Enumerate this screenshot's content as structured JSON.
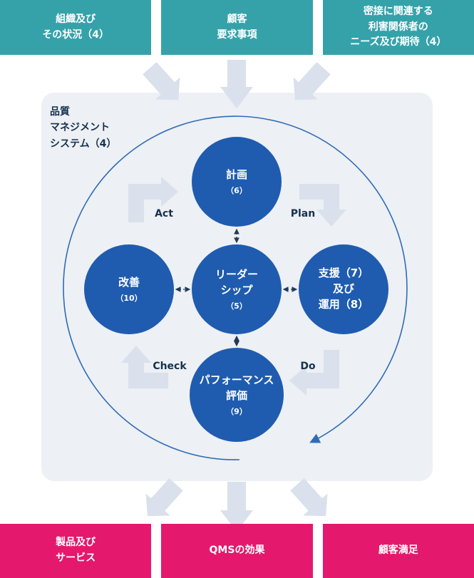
{
  "top_boxes": [
    {
      "label": "組織及び\nその状況（4）"
    },
    {
      "label": "顧客\n要求事項"
    },
    {
      "label": "密接に関連する\n利害関係者の\nニーズ及び期待（4）"
    }
  ],
  "qms": {
    "title": "品質\nマネジメント\nシステム（4）"
  },
  "circles": {
    "plan": {
      "title": "計画",
      "sub": "（6）"
    },
    "improvement": {
      "title": "改善",
      "sub": "（10）"
    },
    "leadership": {
      "title": "リーダー\nシップ",
      "sub": "（5）"
    },
    "support": {
      "title": "支援（7）\n及び\n運用（8）",
      "sub": ""
    },
    "performance": {
      "title": "パフォーマンス\n評価",
      "sub": "（9）"
    }
  },
  "pdca": {
    "act": "Act",
    "plan": "Plan",
    "check": "Check",
    "do": "Do"
  },
  "bottom_boxes": [
    {
      "label": "製品及び\nサービス"
    },
    {
      "label": "QMSの効果"
    },
    {
      "label": "顧客満足"
    }
  ],
  "colors": {
    "teal": "#35a2aa",
    "pink": "#e4186c",
    "circle_blue": "#1f5caf",
    "arrow_gray": "#dae1ec",
    "cycle_outline_blue": "#2f6cb8",
    "text_navy": "#16324f",
    "panel_gray": "#edf0f4"
  }
}
